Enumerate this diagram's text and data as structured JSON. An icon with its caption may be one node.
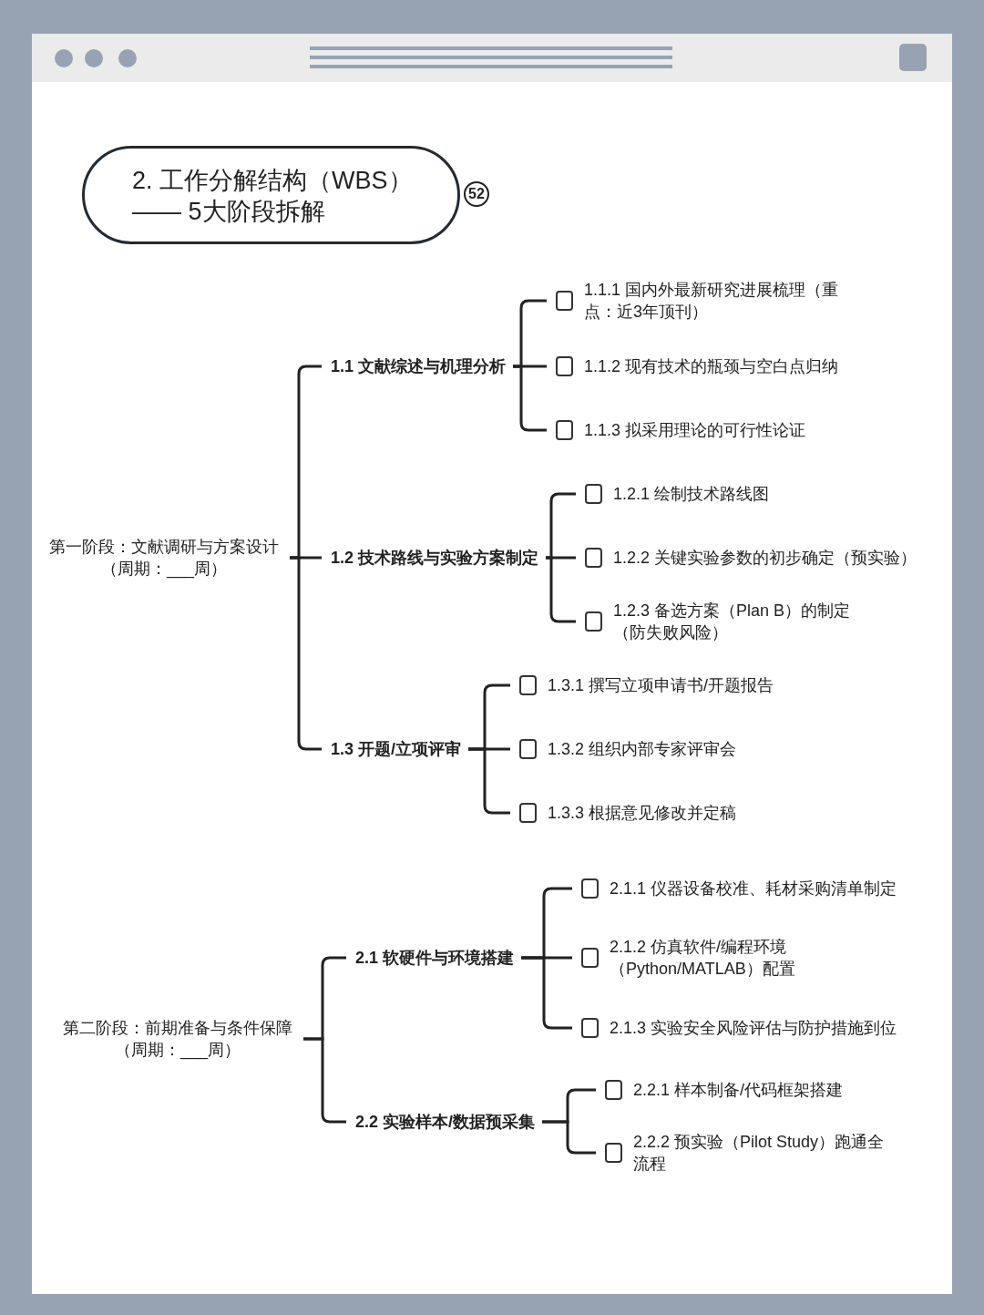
{
  "diagram": {
    "nodes": [
      {
        "text": [
          "2. 工作分解结构（WBS）",
          "—— 5大阶段拆解"
        ]
      },
      {
        "text": [
          "52"
        ]
      },
      {
        "text": [
          "第一阶段：文献调研与方案设计",
          "（周期：___周）"
        ]
      },
      {
        "text": [
          "1.1 文献综述与机理分析"
        ]
      },
      {
        "text": [
          "1.1.1 国内外最新研究进展梳理（重点：近3年顶刊）"
        ]
      },
      {
        "text": [
          "1.1.2 现有技术的瓶颈与空白点归纳"
        ]
      },
      {
        "text": [
          "1.1.3 拟采用理论的可行性论证"
        ]
      },
      {
        "text": [
          "1.2 技术路线与实验方案制定"
        ]
      },
      {
        "text": [
          "1.2.1 绘制技术路线图"
        ]
      },
      {
        "text": [
          "1.2.2 关键实验参数的初步确定（预实验）"
        ]
      },
      {
        "text": [
          "1.2.3 备选方案（Plan B）的制定（防失败风险）"
        ]
      },
      {
        "text": [
          "1.3 开题/立项评审"
        ]
      },
      {
        "text": [
          "1.3.1 撰写立项申请书/开题报告"
        ]
      },
      {
        "text": [
          "1.3.2 组织内部专家评审会"
        ]
      },
      {
        "text": [
          "1.3.3 根据意见修改并定稿"
        ]
      },
      {
        "text": [
          "第二阶段：前期准备与条件保障",
          "（周期：___周）"
        ]
      },
      {
        "text": [
          "2.1 软硬件与环境搭建"
        ]
      },
      {
        "text": [
          "2.1.1 仪器设备校准、耗材采购清单制定"
        ]
      },
      {
        "text": [
          "2.1.2 仿真软件/编程环境（Python/MATLAB）配置"
        ]
      },
      {
        "text": [
          "2.1.3 实验安全风险评估与防护措施到位"
        ]
      },
      {
        "text": [
          "2.2 实验样本/数据预采集"
        ]
      },
      {
        "text": [
          "2.2.1 样本制备/代码框架搭建"
        ]
      },
      {
        "text": [
          "2.2.2 预实验（Pilot Study）跑通全流程"
        ]
      }
    ],
    "edges": [
      {
        "from": 2,
        "to": 3,
        "arrow": "none"
      },
      {
        "from": 2,
        "to": 7,
        "arrow": "none"
      },
      {
        "from": 2,
        "to": 11,
        "arrow": "none"
      },
      {
        "from": 3,
        "to": 4,
        "arrow": "none"
      },
      {
        "from": 3,
        "to": 5,
        "arrow": "none"
      },
      {
        "from": 3,
        "to": 6,
        "arrow": "none"
      },
      {
        "from": 7,
        "to": 8,
        "arrow": "none"
      },
      {
        "from": 7,
        "to": 9,
        "arrow": "none"
      },
      {
        "from": 7,
        "to": 10,
        "arrow": "none"
      },
      {
        "from": 11,
        "to": 12,
        "arrow": "none"
      },
      {
        "from": 11,
        "to": 13,
        "arrow": "none"
      },
      {
        "from": 11,
        "to": 14,
        "arrow": "none"
      },
      {
        "from": 15,
        "to": 16,
        "arrow": "none"
      },
      {
        "from": 15,
        "to": 20,
        "arrow": "none"
      },
      {
        "from": 16,
        "to": 17,
        "arrow": "none"
      },
      {
        "from": 16,
        "to": 18,
        "arrow": "none"
      },
      {
        "from": 16,
        "to": 19,
        "arrow": "none"
      },
      {
        "from": 20,
        "to": 21,
        "arrow": "none"
      },
      {
        "from": 20,
        "to": 22,
        "arrow": "none"
      }
    ]
  }
}
